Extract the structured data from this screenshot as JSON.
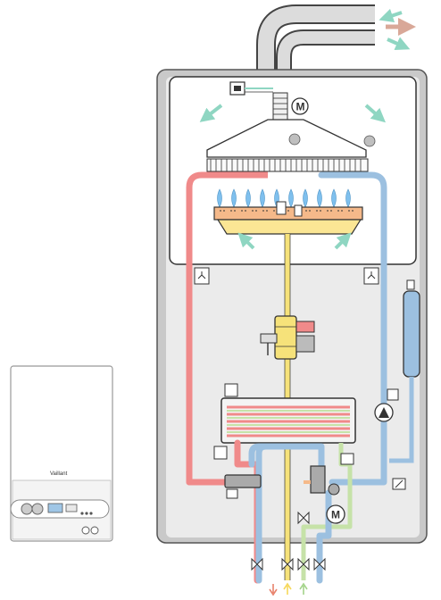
{
  "boiler_thumbnail": {
    "brand_label": "Vaillant"
  },
  "diagram": {
    "motor_label": "M",
    "pump_motor_label": "M"
  },
  "colors": {
    "hot_water": "#f08a8a",
    "cold_water": "#9cc0e0",
    "gas": "#f6e27a",
    "return": "#c6e2a8",
    "casing": "#c9c9c9",
    "flame": "#7fc0ee",
    "burner": "#f5b98a",
    "air_arrow": "#8fd6c2",
    "exhaust_arrow": "#d9a898"
  }
}
